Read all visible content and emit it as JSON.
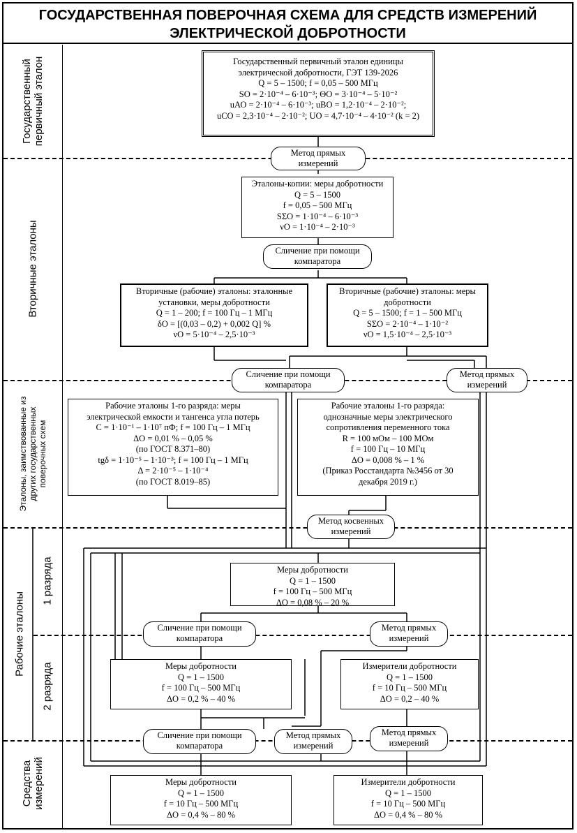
{
  "title": {
    "line1": "ГОСУДАРСТВЕННАЯ ПОВЕРОЧНАЯ СХЕМА ДЛЯ СРЕДСТВ ИЗМЕРЕНИЙ",
    "line2": "ЭЛЕКТРИЧЕСКОЙ ДОБРОТНОСТИ"
  },
  "side": {
    "primary": [
      "Государственный",
      "первичный эталон"
    ],
    "secondary": "Вторичные эталоны",
    "borrowed": [
      "Эталоны, заимствованные из",
      "других государственных",
      "поверочных схем"
    ],
    "working": "Рабочие эталоны",
    "rank1": "1 разряда",
    "rank2": "2 разряда",
    "instruments": [
      "Средства",
      "измерений"
    ]
  },
  "primary_box": [
    "Государственный первичный эталон единицы",
    "электрической добротности, ГЭТ 139-2026",
    "Q = 5 – 1500; f = 0,05 – 500 МГц",
    "SО = 2·10⁻⁴ – 6·10⁻³; ΘО = 3·10⁻⁴ – 5·10⁻²",
    "uАО = 2·10⁻⁴ – 6·10⁻³; uВО = 1,2·10⁻⁴ – 2·10⁻²;",
    "uСО = 2,3·10⁻⁴ – 2·10⁻²; UО = 4,7·10⁻⁴ – 4·10⁻² (k = 2)"
  ],
  "methods": {
    "direct1": [
      "Метод прямых",
      "измерений"
    ],
    "comparator1": [
      "Сличение при помощи",
      "компаратора"
    ],
    "comparator2": [
      "Сличение при помощи",
      "компаратора"
    ],
    "direct2": [
      "Метод прямых",
      "измерений"
    ],
    "indirect": [
      "Метод косвенных",
      "измерений"
    ],
    "comparator3": [
      "Сличение при помощи",
      "компаратора"
    ],
    "direct3": [
      "Метод прямых",
      "измерений"
    ],
    "comparator4": [
      "Сличение при помощи",
      "компаратора"
    ],
    "direct4": [
      "Метод прямых",
      "измерений"
    ],
    "direct5": [
      "Метод прямых",
      "измерений"
    ]
  },
  "copies_box": [
    "Эталоны-копии: меры добротности",
    "Q = 5 – 1500",
    "f = 0,05 – 500 МГц",
    "SΣО = 1·10⁻⁴ – 6·10⁻³",
    "νО = 1·10⁻⁴ – 2·10⁻³"
  ],
  "secondary_left": [
    "Вторичные (рабочие) эталоны: эталонные",
    "установки, меры добротности",
    "Q = 1 – 200; f = 100 Гц – 1 МГц",
    "δО = [(0,03 – 0,2) + 0,002 Q] %",
    "νО = 5·10⁻⁴ – 2,5·10⁻³"
  ],
  "secondary_right": [
    "Вторичные (рабочие) эталоны: меры",
    "добротности",
    "Q = 5 – 1500; f = 1 – 500 МГц",
    "SΣО = 2·10⁻⁴ – 1·10⁻²",
    "νО = 1,5·10⁻⁴ – 2,5·10⁻³"
  ],
  "borrowed_left": [
    "Рабочие эталоны 1-го разряда: меры",
    "электрической емкости и тангенса угла потерь",
    "C = 1·10⁻¹ – 1·10⁷ пФ; f = 100 Гц – 1 МГц",
    "ΔО = 0,01 % – 0,05 %",
    "(по ГОСТ 8.371–80)",
    "tgδ = 1·10⁻⁵ – 1·10⁻³; f = 100 Гц – 1 МГц",
    "Δ = 2·10⁻⁵ – 1·10⁻⁴",
    "(по ГОСТ 8.019–85)"
  ],
  "borrowed_right": [
    "Рабочие эталоны 1-го разряда:",
    "однозначные меры электрического",
    "сопротивления переменного тока",
    "R = 100 мОм – 100 МОм",
    "f = 100 Гц – 10 МГц",
    "ΔО = 0,008 % – 1 %",
    "(Приказ Росстандарта №3456 от 30",
    "декабря 2019 г.)"
  ],
  "rank1_box": [
    "Меры добротности",
    "Q = 1 – 1500",
    "f = 100 Гц – 500 МГц",
    "ΔО = 0,08 % – 20 %"
  ],
  "rank2_left": [
    "Меры добротности",
    "Q = 1 – 1500",
    "f = 100 Гц – 500 МГц",
    "ΔО = 0,2 % – 40 %"
  ],
  "rank2_right": [
    "Измерители добротности",
    "Q = 1 – 1500",
    "f = 10 Гц – 500 МГц",
    "ΔО = 0,2 – 40 %"
  ],
  "instr_left": [
    "Меры добротности",
    "Q = 1 – 1500",
    "f = 10 Гц – 500 МГц",
    "ΔО = 0,4 % – 80 %"
  ],
  "instr_right": [
    "Измерители добротности",
    "Q = 1 – 1500",
    "f = 10 Гц – 500 МГц",
    "ΔО = 0,4 % – 80 %"
  ]
}
